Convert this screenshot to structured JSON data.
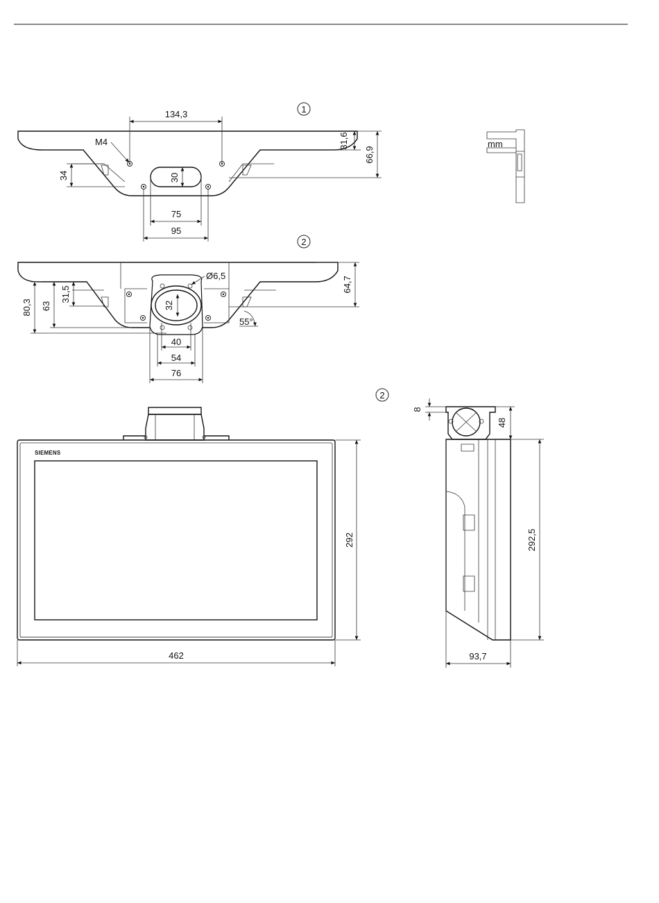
{
  "callouts": {
    "c1": "1",
    "c2": "2",
    "c3": "2"
  },
  "top_view": {
    "d_134_3": "134,3",
    "m4": "M4",
    "d_31_6": "31,6",
    "d_66_9": "66,9",
    "d_34": "34",
    "d_30": "30",
    "d_75": "75",
    "d_95": "95"
  },
  "mid_view": {
    "d_6_5": "Ø6,5",
    "d_64_7": "64,7",
    "d_80_3": "80,3",
    "d_63": "63",
    "d_31_5": "31,5",
    "d_32": "32",
    "d_55": "55°",
    "d_40": "40",
    "d_54": "54",
    "d_76": "76"
  },
  "legend": {
    "unit": "mm"
  },
  "front_view": {
    "brand": "SIEMENS",
    "d_292": "292",
    "d_462": "462"
  },
  "side_view": {
    "d_8": "8",
    "d_48": "48",
    "d_292_5": "292,5",
    "d_93_7": "93,7"
  },
  "colors": {
    "line": "#222222",
    "background": "#ffffff"
  }
}
